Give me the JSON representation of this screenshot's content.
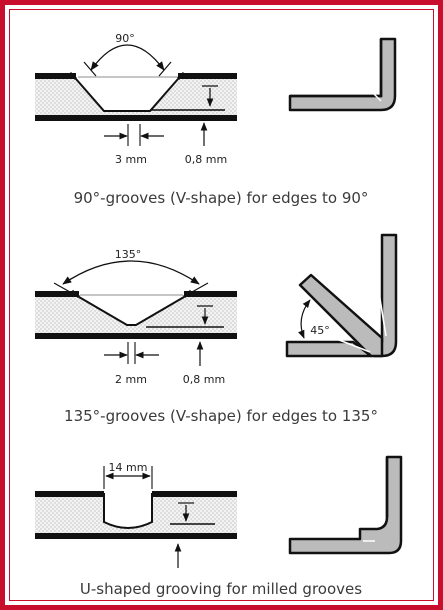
{
  "frame": {
    "border_color": "#c8102e",
    "panel_fill": "#b9b9b9",
    "foam_fill": "#f2f2f2"
  },
  "sections": [
    {
      "angle_label": "90°",
      "width_label": "3 mm",
      "depth_label": "0,8 mm",
      "caption": "90°-grooves (V-shape) for edges to 90°"
    },
    {
      "angle_label": "135°",
      "width_label": "2 mm",
      "depth_label": "0,8 mm",
      "bend_angle_label": "45°",
      "caption": "135°-grooves (V-shape) for edges to 135°"
    },
    {
      "width_label": "14 mm",
      "caption": "U-shaped grooving for milled grooves"
    }
  ]
}
